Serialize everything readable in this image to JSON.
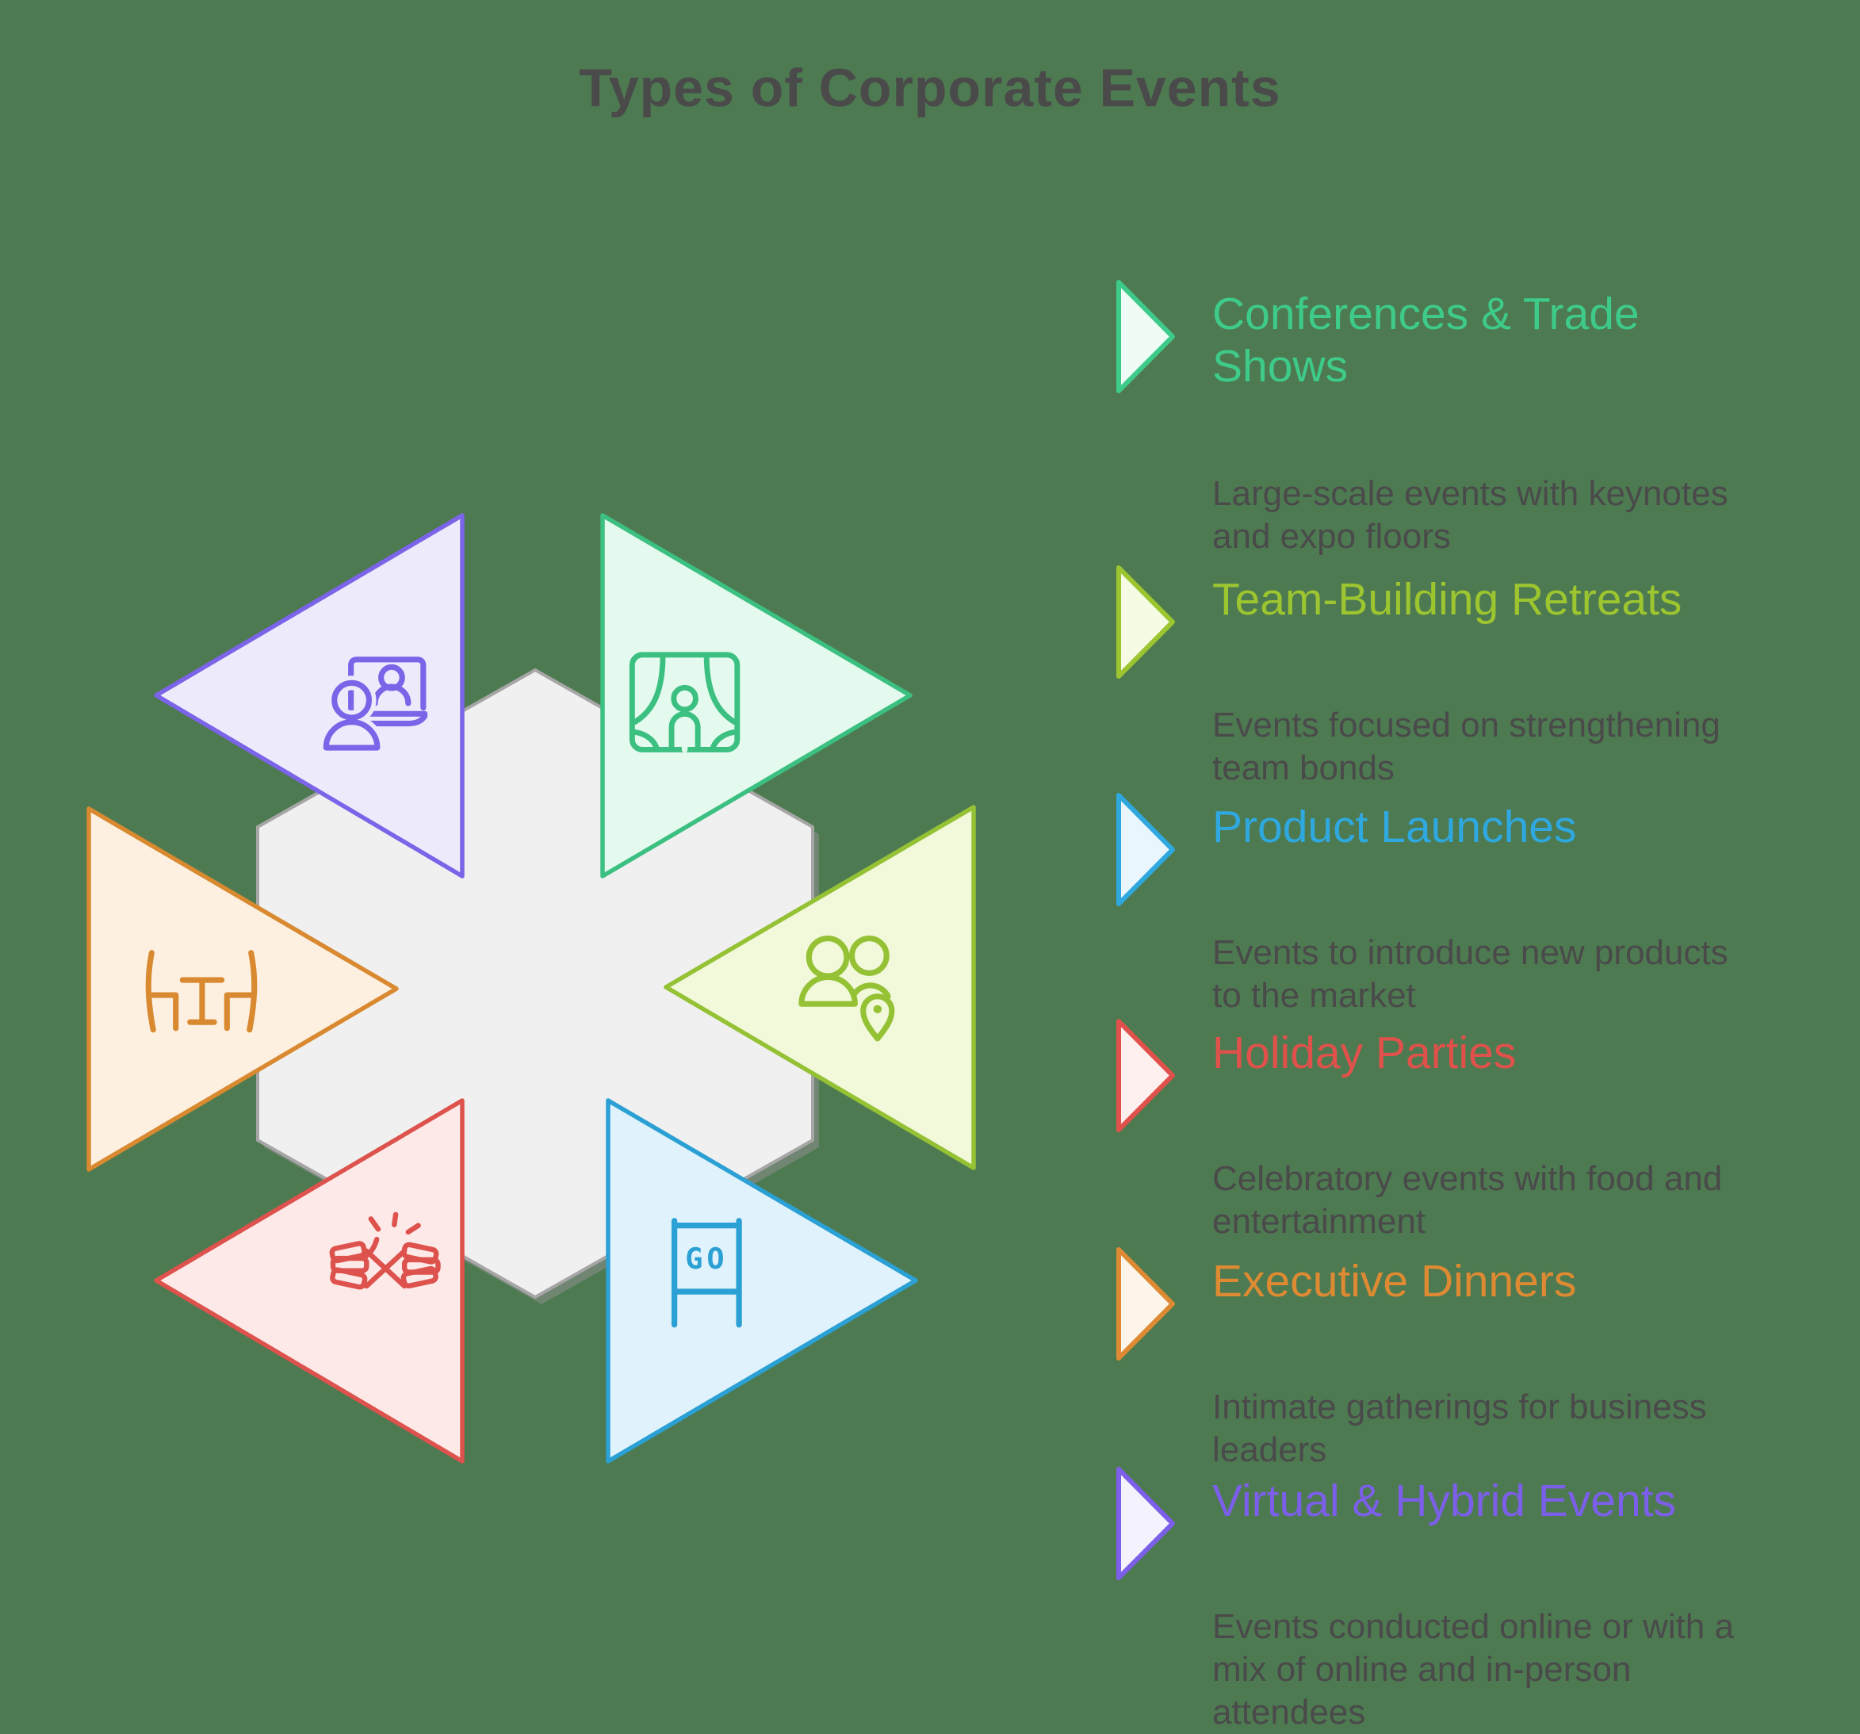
{
  "page": {
    "background_color": "#4d7a51"
  },
  "title": "Types of Corporate Events",
  "diagram": {
    "hexagon": {
      "fill": "#f0f0f0",
      "stroke": "#a6a6a6",
      "shadow": "#8e8e8e"
    },
    "go_sign_label": "GO",
    "segments": [
      {
        "id": "virtual-hybrid",
        "position": "top-left",
        "icon": "video-call-icon",
        "color": "#7b64e8",
        "fill": "#edebfb"
      },
      {
        "id": "conferences",
        "position": "top-right",
        "icon": "stage-curtains-icon",
        "color": "#3bc081",
        "fill": "#e4faee"
      },
      {
        "id": "team-building",
        "position": "right",
        "icon": "people-location-icon",
        "color": "#95c135",
        "fill": "#f2f9da"
      },
      {
        "id": "product-launches",
        "position": "bottom-right",
        "icon": "go-sign-icon",
        "color": "#2ba0d4",
        "fill": "#e0f2fb"
      },
      {
        "id": "holiday-parties",
        "position": "bottom-left",
        "icon": "party-cracker-icon",
        "color": "#dd524c",
        "fill": "#fdeae8"
      },
      {
        "id": "executive-dinners",
        "position": "left",
        "icon": "dinner-table-icon",
        "color": "#d9892f",
        "fill": "#fdf0e1"
      }
    ]
  },
  "legend": {
    "items": [
      {
        "label": "Conferences & Trade Shows",
        "description": "Large-scale events with keynotes and expo floors",
        "color": "#3ecb8a",
        "marker_fill": "#eefcf5"
      },
      {
        "label": "Team-Building Retreats",
        "description": "Events focused on strengthening team bonds",
        "color": "#9cc530",
        "marker_fill": "#f6fbe4"
      },
      {
        "label": "Product Launches",
        "description": "Events to introduce new products to the market",
        "color": "#2fa8e0",
        "marker_fill": "#eaf6fd"
      },
      {
        "label": "Holiday Parties",
        "description": "Celebratory events with food and entertainment",
        "color": "#e1514b",
        "marker_fill": "#fdf0ef"
      },
      {
        "label": "Executive Dinners",
        "description": "Intimate gatherings for business leaders",
        "color": "#dd8a33",
        "marker_fill": "#fdf5ea"
      },
      {
        "label": "Virtual & Hybrid Events",
        "description": "Events conducted online or with a mix of online and in-person attendees",
        "color": "#7c5fe9",
        "marker_fill": "#f4f2fd"
      }
    ]
  }
}
